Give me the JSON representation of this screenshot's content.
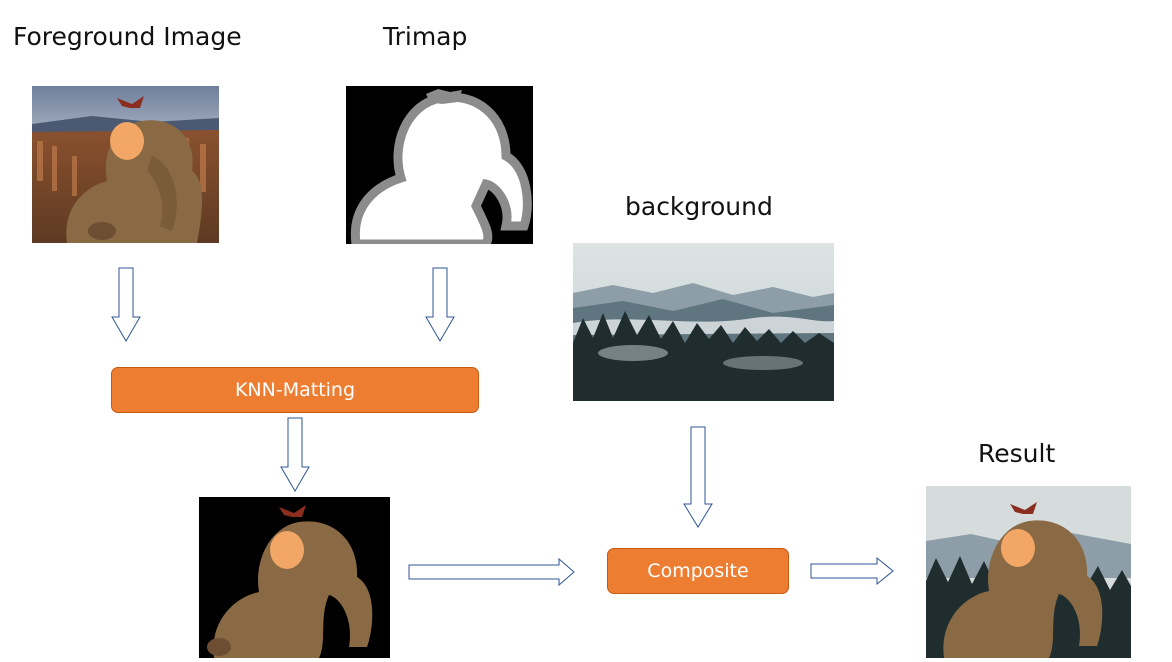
{
  "labels": {
    "foreground": "Foreground Image",
    "trimap": "Trimap",
    "background": "background",
    "result": "Result"
  },
  "process": {
    "knn": "KNN-Matting",
    "composite": "Composite"
  },
  "colors": {
    "process_fill": "#ED7D31",
    "process_border": "#C55A11",
    "arrow_stroke": "#2F5597"
  }
}
